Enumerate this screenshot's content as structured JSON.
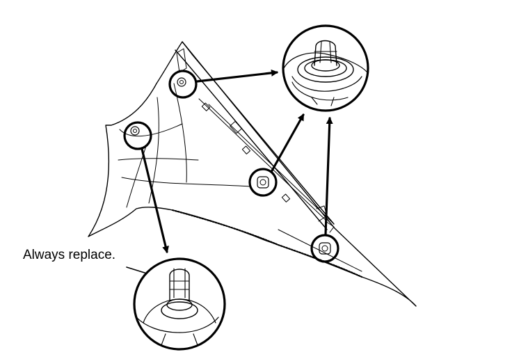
{
  "diagram": {
    "callout_text": "Always replace.",
    "colors": {
      "line": "#000000",
      "background": "#ffffff"
    },
    "components": [
      "trim-panel",
      "clip-large-view-top",
      "clip-large-view-bottom",
      "fastener-location-1",
      "fastener-location-2",
      "fastener-location-3",
      "fastener-location-4"
    ]
  }
}
